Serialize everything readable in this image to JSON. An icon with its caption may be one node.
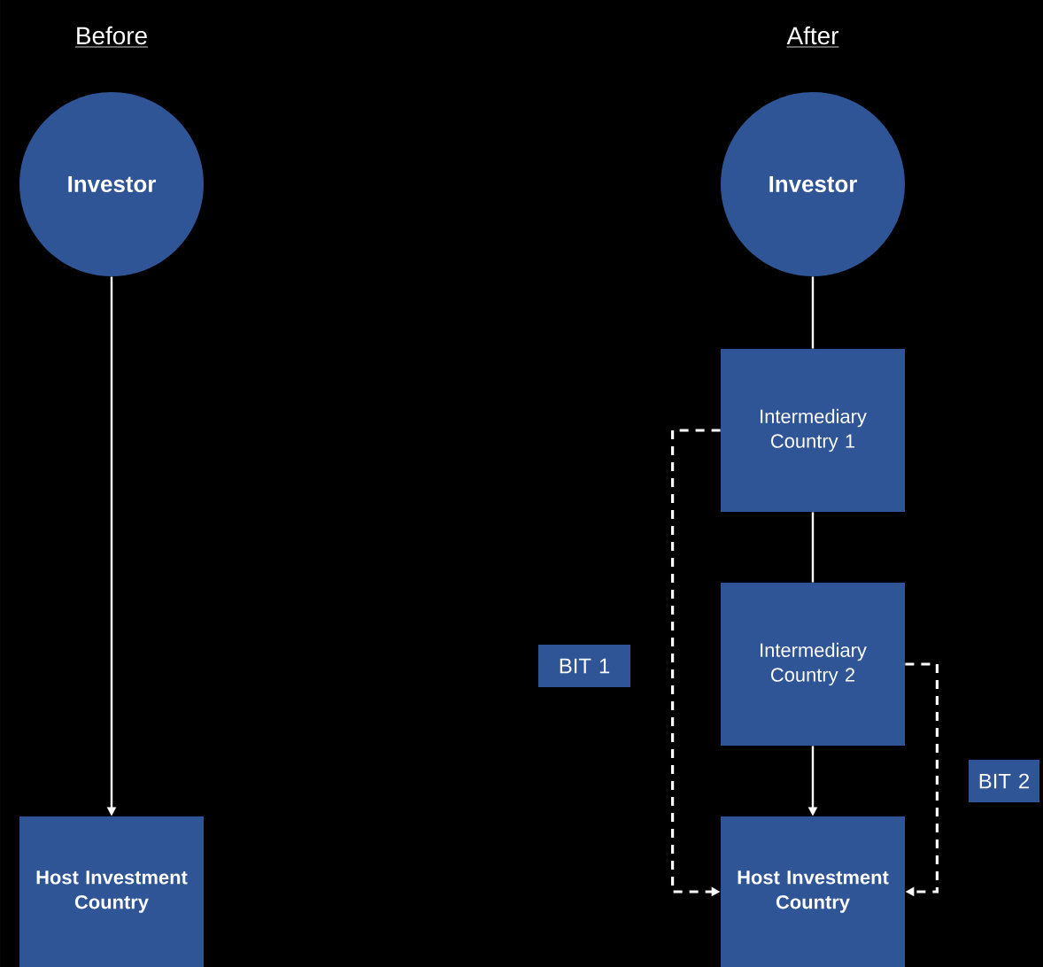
{
  "diagram": {
    "nodes": [
      {
        "text": [
          "Investor"
        ]
      },
      {
        "text": [
          "Host Investment Country"
        ]
      },
      {
        "text": [
          "Investor"
        ]
      },
      {
        "text": [
          "Intermediary Country 1"
        ]
      },
      {
        "text": [
          "Intermediary Country 2"
        ]
      },
      {
        "text": [
          "Host Investment Country"
        ]
      },
      {
        "text": [
          "BIT 1"
        ]
      },
      {
        "text": [
          "BIT 2"
        ]
      }
    ],
    "edges": [
      {
        "from": 0,
        "to": 1,
        "arrow": "to"
      },
      {
        "from": 2,
        "to": 3,
        "arrow": "none"
      },
      {
        "from": 3,
        "to": 4,
        "arrow": "none"
      },
      {
        "from": 4,
        "to": 5,
        "arrow": "to"
      },
      {
        "from": 3,
        "to": 5,
        "arrow": "to",
        "style": "dashed"
      },
      {
        "from": 4,
        "to": 5,
        "arrow": "to",
        "style": "dashed"
      }
    ],
    "labels": [
      "Before",
      "After"
    ]
  }
}
